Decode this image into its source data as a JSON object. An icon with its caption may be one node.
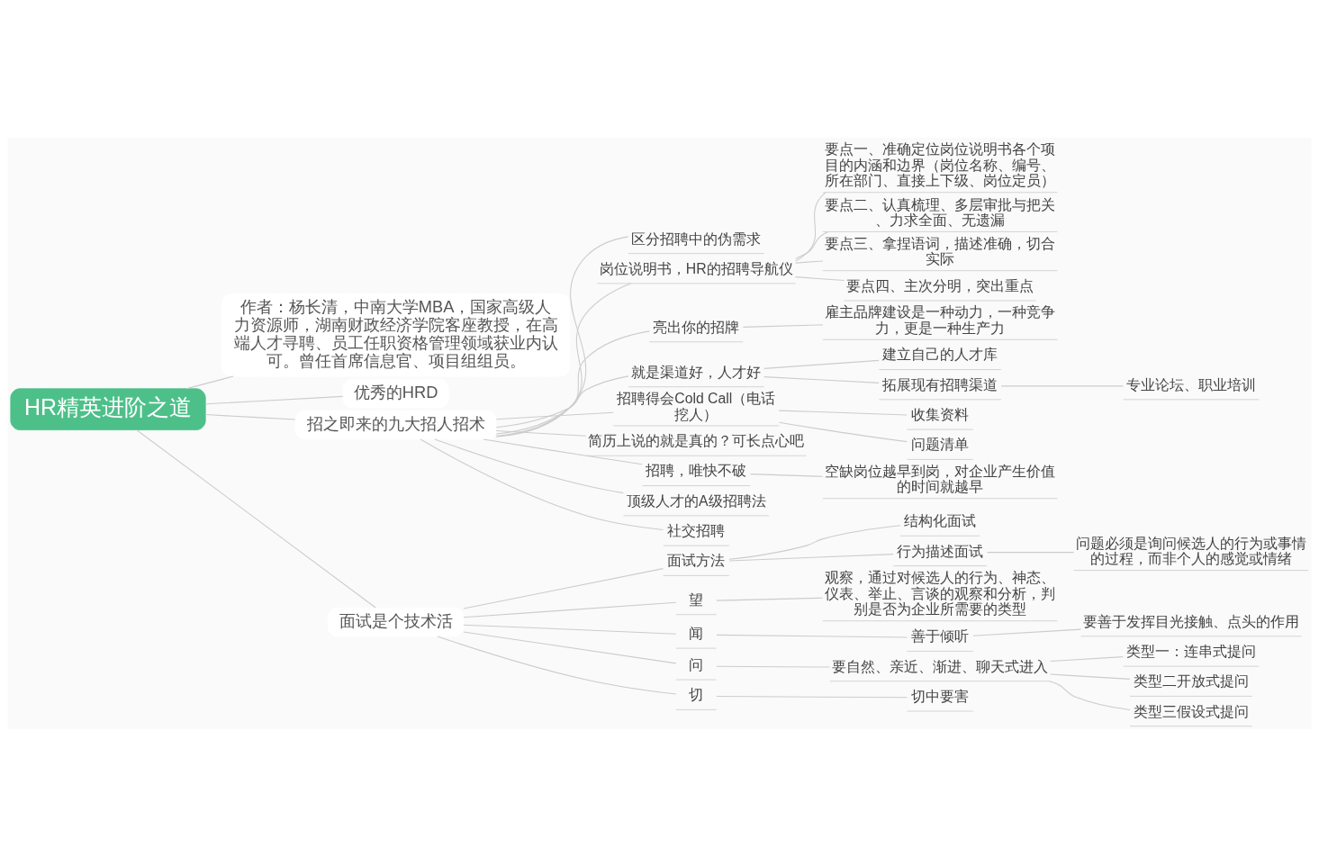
{
  "diagram": {
    "nodes": [
      {
        "text": [
          "HR精英进阶之道"
        ]
      },
      {
        "text": [
          "作者：杨长清，中南大学MBA，国家高级人力资源师，湖南财政经济学院客座教授，在高端人才寻聘、员工任职资格管理领域获业内认可。曾任首席信息官、项目组组员。"
        ]
      },
      {
        "text": [
          "优秀的HRD"
        ]
      },
      {
        "text": [
          "招之即来的九大招人招术"
        ]
      },
      {
        "text": [
          "区分招聘中的伪需求"
        ]
      },
      {
        "text": [
          "岗位说明书，HR的招聘导航仪"
        ]
      },
      {
        "text": [
          "要点一、准确定位岗位说明书各个项目的内涵和边界（岗位名称、编号、所在部门、直接上下级、岗位定员）"
        ]
      },
      {
        "text": [
          "要点二、认真梳理、多层审批与把关、力求全面、无遗漏"
        ]
      },
      {
        "text": [
          "要点三、拿捏语词，描述准确，切合实际"
        ]
      },
      {
        "text": [
          "要点四、主次分明，突出重点"
        ]
      },
      {
        "text": [
          "亮出你的招牌"
        ]
      },
      {
        "text": [
          "雇主品牌建设是一种动力，一种竞争力，更是一种生产力"
        ]
      },
      {
        "text": [
          "就是渠道好，人才好"
        ]
      },
      {
        "text": [
          "建立自己的人才库"
        ]
      },
      {
        "text": [
          "拓展现有招聘渠道"
        ]
      },
      {
        "text": [
          "专业论坛、职业培训"
        ]
      },
      {
        "text": [
          "招聘得会Cold Call（电话挖人）"
        ]
      },
      {
        "text": [
          "收集资料"
        ]
      },
      {
        "text": [
          "问题清单"
        ]
      },
      {
        "text": [
          "简历上说的就是真的？可长点心吧"
        ]
      },
      {
        "text": [
          "招聘，唯快不破"
        ]
      },
      {
        "text": [
          "空缺岗位越早到岗，对企业产生价值的时间就越早"
        ]
      },
      {
        "text": [
          "顶级人才的A级招聘法"
        ]
      },
      {
        "text": [
          "社交招聘"
        ]
      },
      {
        "text": [
          "面试是个技术活"
        ]
      },
      {
        "text": [
          "面试方法"
        ]
      },
      {
        "text": [
          "结构化面试"
        ]
      },
      {
        "text": [
          "行为描述面试"
        ]
      },
      {
        "text": [
          "问题必须是询问候选人的行为或事情的过程，而非个人的感觉或情绪"
        ]
      },
      {
        "text": [
          "望"
        ]
      },
      {
        "text": [
          "观察，通过对候选人的行为、神态、仪表、举止、言谈的观察和分析，判别是否为企业所需要的类型"
        ]
      },
      {
        "text": [
          "闻"
        ]
      },
      {
        "text": [
          "善于倾听"
        ]
      },
      {
        "text": [
          "要善于发挥目光接触、点头的作用"
        ]
      },
      {
        "text": [
          "问"
        ]
      },
      {
        "text": [
          "要自然、亲近、渐进、聊天式进入"
        ]
      },
      {
        "text": [
          "类型一：连串式提问"
        ]
      },
      {
        "text": [
          "类型二开放式提问"
        ]
      },
      {
        "text": [
          "类型三假设式提问"
        ]
      },
      {
        "text": [
          "切"
        ]
      },
      {
        "text": [
          "切中要害"
        ]
      }
    ],
    "edges": [
      {
        "from": 0,
        "to": 1,
        "arrow": "none"
      },
      {
        "from": 0,
        "to": 2,
        "arrow": "none"
      },
      {
        "from": 0,
        "to": 3,
        "arrow": "none"
      },
      {
        "from": 3,
        "to": 4,
        "arrow": "none"
      },
      {
        "from": 3,
        "to": 5,
        "arrow": "none"
      },
      {
        "from": 5,
        "to": 6,
        "arrow": "none"
      },
      {
        "from": 5,
        "to": 7,
        "arrow": "none"
      },
      {
        "from": 5,
        "to": 8,
        "arrow": "none"
      },
      {
        "from": 5,
        "to": 9,
        "arrow": "none"
      },
      {
        "from": 3,
        "to": 10,
        "arrow": "none"
      },
      {
        "from": 10,
        "to": 11,
        "arrow": "none"
      },
      {
        "from": 3,
        "to": 12,
        "arrow": "none"
      },
      {
        "from": 12,
        "to": 13,
        "arrow": "none"
      },
      {
        "from": 12,
        "to": 14,
        "arrow": "none"
      },
      {
        "from": 14,
        "to": 15,
        "arrow": "none"
      },
      {
        "from": 3,
        "to": 16,
        "arrow": "none"
      },
      {
        "from": 16,
        "to": 17,
        "arrow": "none"
      },
      {
        "from": 16,
        "to": 18,
        "arrow": "none"
      },
      {
        "from": 3,
        "to": 19,
        "arrow": "none"
      },
      {
        "from": 3,
        "to": 20,
        "arrow": "none"
      },
      {
        "from": 20,
        "to": 21,
        "arrow": "none"
      },
      {
        "from": 3,
        "to": 22,
        "arrow": "none"
      },
      {
        "from": 3,
        "to": 23,
        "arrow": "none"
      },
      {
        "from": 0,
        "to": 24,
        "arrow": "none"
      },
      {
        "from": 24,
        "to": 25,
        "arrow": "none"
      },
      {
        "from": 25,
        "to": 26,
        "arrow": "none"
      },
      {
        "from": 25,
        "to": 27,
        "arrow": "none"
      },
      {
        "from": 27,
        "to": 28,
        "arrow": "none"
      },
      {
        "from": 24,
        "to": 29,
        "arrow": "none"
      },
      {
        "from": 29,
        "to": 30,
        "arrow": "none"
      },
      {
        "from": 24,
        "to": 31,
        "arrow": "none"
      },
      {
        "from": 31,
        "to": 32,
        "arrow": "none"
      },
      {
        "from": 32,
        "to": 33,
        "arrow": "none"
      },
      {
        "from": 24,
        "to": 34,
        "arrow": "none"
      },
      {
        "from": 34,
        "to": 35,
        "arrow": "none"
      },
      {
        "from": 35,
        "to": 36,
        "arrow": "none"
      },
      {
        "from": 35,
        "to": 37,
        "arrow": "none"
      },
      {
        "from": 35,
        "to": 38,
        "arrow": "none"
      },
      {
        "from": 24,
        "to": 39,
        "arrow": "none"
      },
      {
        "from": 39,
        "to": 40,
        "arrow": "none"
      }
    ]
  }
}
